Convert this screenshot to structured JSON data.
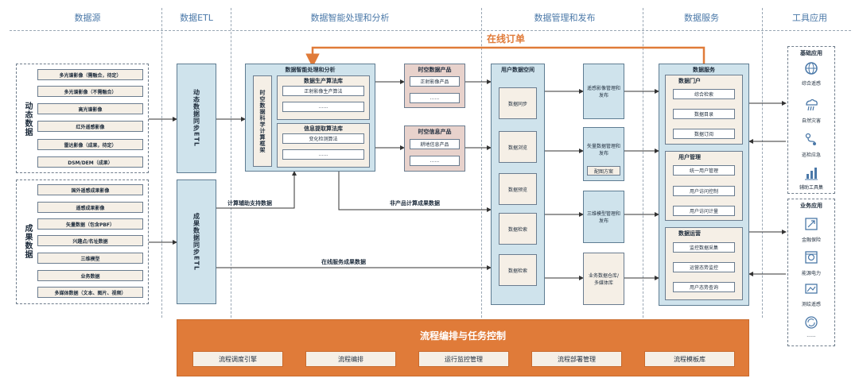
{
  "headers": [
    "数据源",
    "数据ETL",
    "数据智能处理和分析",
    "数据管理和发布",
    "数据服务",
    "工具应用"
  ],
  "online_order": "在线订单",
  "sources": {
    "dynamic_label": "动态数据",
    "dynamic_items": [
      "多光谱影像（需融合，待定）",
      "多光谱影像（不需融合）",
      "高光谱影像",
      "红外遥感影像",
      "雷达影像（成果，待定）",
      "DSM/DEM（成果）"
    ],
    "result_label": "成果数据",
    "result_items": [
      "国外遥感成果影像",
      "遥感成果影像",
      "矢量数据（包含PBF）",
      "兴趣点/名址数据",
      "三维模型",
      "业务数据",
      "多媒体数据（文本、图片、视频）"
    ]
  },
  "etl": {
    "dynamic": "动态数据同步ETL",
    "result": "成果数据同步ETL"
  },
  "processing": {
    "title": "数据智能处理和分析",
    "side_label": "时空数据科学计算框架",
    "prod_title": "数据生产算法库",
    "prod_items": [
      "正射影像生产算法",
      "......"
    ],
    "extract_title": "信息提取算法库",
    "extract_items": [
      "变化检测算法",
      "......"
    ]
  },
  "products": {
    "data_title": "时空数据产品",
    "data_items": [
      "正射影像产品",
      "......"
    ],
    "info_title": "时空信息产品",
    "info_items": [
      "耕地信息产品",
      "......"
    ]
  },
  "annotations": {
    "compute_support": "计算辅助支持数据",
    "non_product": "非产品计算成果数据",
    "online_service": "在线服务成果数据"
  },
  "user_space": {
    "title": "用户数据空间",
    "items": [
      "数据同步",
      "数据浏览",
      "数据预览",
      "数据检索",
      "数据检索"
    ]
  },
  "publish": {
    "items": [
      "遥感影像管理和发布",
      "矢量数据管理和发布",
      "三维模型管理和发布",
      "业务数据仓库/多媒体库"
    ],
    "config": "配图方案"
  },
  "services": {
    "title": "数据服务",
    "portal_title": "数据门户",
    "portal_items": [
      "综合检索",
      "数据目录",
      "数据订阅"
    ],
    "user_title": "用户管理",
    "user_items": [
      "统一用户管理",
      "用户访问控制",
      "用户访问计量"
    ],
    "ops_title": "数据运营",
    "ops_items": [
      "监控数据采集",
      "运营态势监控",
      "用户态势查询"
    ]
  },
  "tools": {
    "basic_title": "基础应用",
    "basic_items": [
      {
        "label": "综合遥感",
        "icon": "globe-icon"
      },
      {
        "label": "自然灾害",
        "icon": "storm-icon"
      },
      {
        "label": "巡检应急",
        "icon": "route-icon"
      },
      {
        "label": "辅助工具集",
        "icon": "bar-chart-icon"
      }
    ],
    "biz_title": "业务应用",
    "biz_items": [
      {
        "label": "金融保险",
        "icon": "finance-icon"
      },
      {
        "label": "能源电力",
        "icon": "power-icon"
      },
      {
        "label": "测绘遥感",
        "icon": "survey-icon"
      },
      {
        "label": "......",
        "icon": "refresh-icon"
      }
    ]
  },
  "workflow": {
    "title": "流程编排与任务控制",
    "items": [
      "流程调度引擎",
      "流程编排",
      "运行监控管理",
      "流程部署管理",
      "流程模板库"
    ]
  },
  "colors": {
    "accent": "#e07b39",
    "blue_box": "#cfe3ec",
    "cream": "#f5efe6",
    "header": "#4a78a8",
    "pink": "#e8d2cc"
  }
}
